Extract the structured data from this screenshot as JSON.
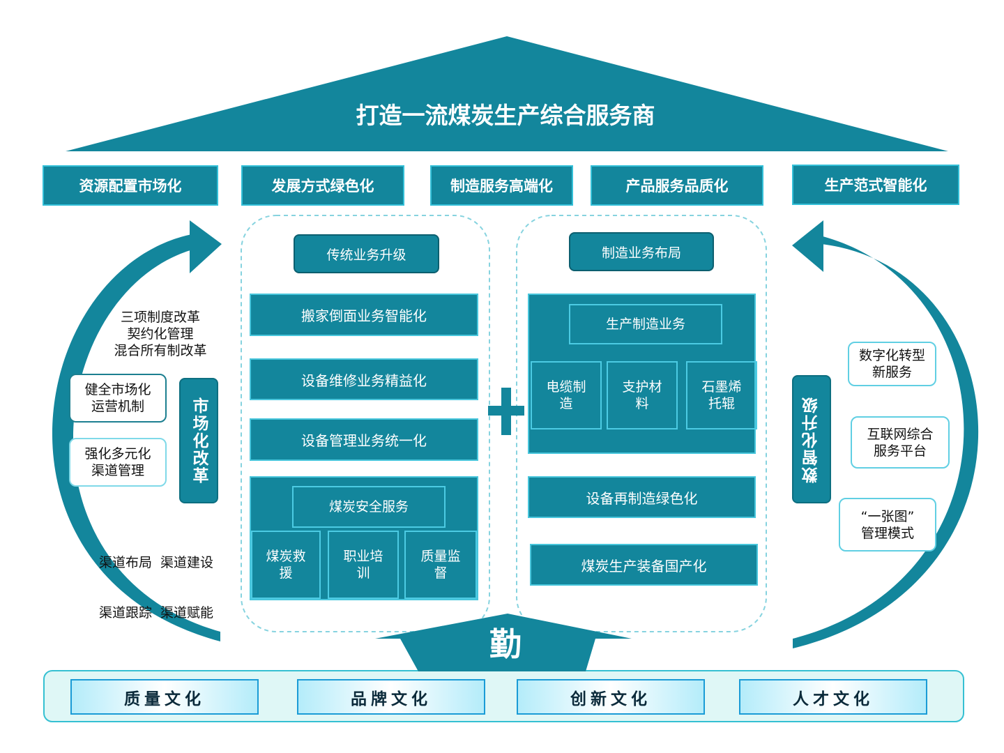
{
  "roof": {
    "title": "打造一流煤炭生产综合服务商"
  },
  "pillars": [
    "资源配置市场化",
    "发展方式绿色化",
    "制造服务高端化",
    "产品服务品质化",
    "生产范式智能化"
  ],
  "left": {
    "top_text": [
      "三项制度改革",
      "契约化管理",
      "混合所有制改革"
    ],
    "boxes": [
      {
        "line1": "健全市场化",
        "line2": "运营机制"
      },
      {
        "line1": "强化多元化",
        "line2": "渠道管理"
      }
    ],
    "vertical": "市场化改革",
    "bottom_text": [
      "渠道布局  渠道建设",
      "渠道跟踪  渠道赋能"
    ]
  },
  "center_left": {
    "header": "传统业务升级",
    "bars": [
      "搬家倒面业务智能化",
      "设备维修业务精益化",
      "设备管理业务统一化"
    ],
    "group_title": "煤炭安全服务",
    "items": [
      {
        "line1": "煤炭救",
        "line2": "援"
      },
      {
        "line1": "职业培",
        "line2": "训"
      },
      {
        "line1": "质量监",
        "line2": "督"
      }
    ]
  },
  "plus": "+",
  "center_right": {
    "header": "制造业务布局",
    "group_title": "生产制造业务",
    "items": [
      {
        "line1": "电缆制",
        "line2": "造"
      },
      {
        "line1": "支护材",
        "line2": "料"
      },
      {
        "line1": "石墨烯",
        "line2": "托辊"
      }
    ],
    "bars": [
      "设备再制造绿色化",
      "煤炭生产装备国产化"
    ]
  },
  "right": {
    "vertical": "数智化升级",
    "boxes": [
      {
        "line1": "数字化转型",
        "line2": "新服务"
      },
      {
        "line1": "互联网综合",
        "line2": "服务平台"
      },
      {
        "line1": "“一张图”",
        "line2": "管理模式"
      }
    ]
  },
  "base_arrow": "勤",
  "cultures": [
    "质量文化",
    "品牌文化",
    "创新文化",
    "人才文化"
  ],
  "colors": {
    "teal": "#13869c",
    "teal_light": "#34c0d8",
    "base_bg": "#dff7f6"
  }
}
